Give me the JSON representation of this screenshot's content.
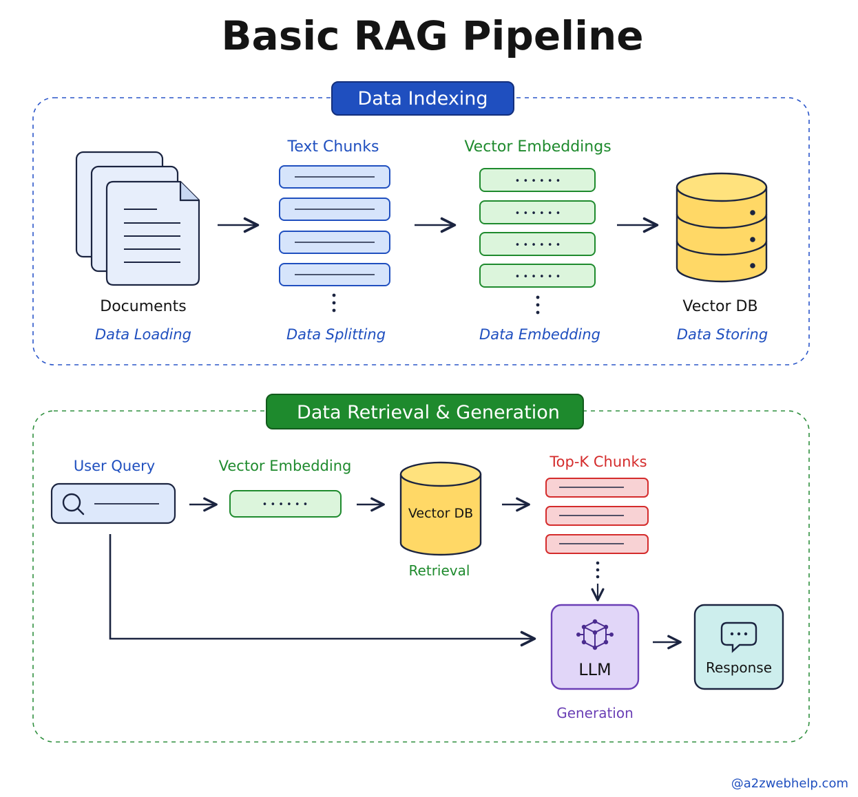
{
  "title": "Basic RAG Pipeline",
  "colors": {
    "blue": "#1f4fbf",
    "blue_fill": "#d6e4fb",
    "green": "#1e8a2d",
    "green_fill": "#dcf5dc",
    "red": "#d42b2b",
    "red_fill": "#f8d2d4",
    "yellow_fill": "#ffd866",
    "purple": "#6a3fb5",
    "purple_fill": "#e1d6f8",
    "teal_fill": "#cdeeed",
    "ink": "#1b2440"
  },
  "indexing": {
    "header": "Data Indexing",
    "documents": {
      "name": "Documents",
      "step": "Data Loading",
      "icon": "documents-icon"
    },
    "chunks": {
      "name": "Text Chunks",
      "step": "Data Splitting"
    },
    "embeddings": {
      "name": "Vector Embeddings",
      "step": "Data Embedding",
      "dots": "• • • • • •"
    },
    "vectordb": {
      "name": "Vector DB",
      "step": "Data Storing",
      "icon": "database-icon"
    }
  },
  "retrieval": {
    "header": "Data Retrieval & Generation",
    "user_query": {
      "name": "User Query",
      "icon": "search-icon"
    },
    "vector_embedding": {
      "name": "Vector Embedding",
      "dots": "• • • • • •"
    },
    "vectordb": {
      "name": "Vector DB",
      "step": "Retrieval"
    },
    "topk": {
      "name": "Top-K Chunks"
    },
    "llm": {
      "name": "LLM",
      "step": "Generation",
      "icon": "network-cube-icon"
    },
    "response": {
      "name": "Response",
      "icon": "chat-bubble-icon"
    }
  },
  "footer": {
    "credit": "@a2zwebhelp.com"
  }
}
